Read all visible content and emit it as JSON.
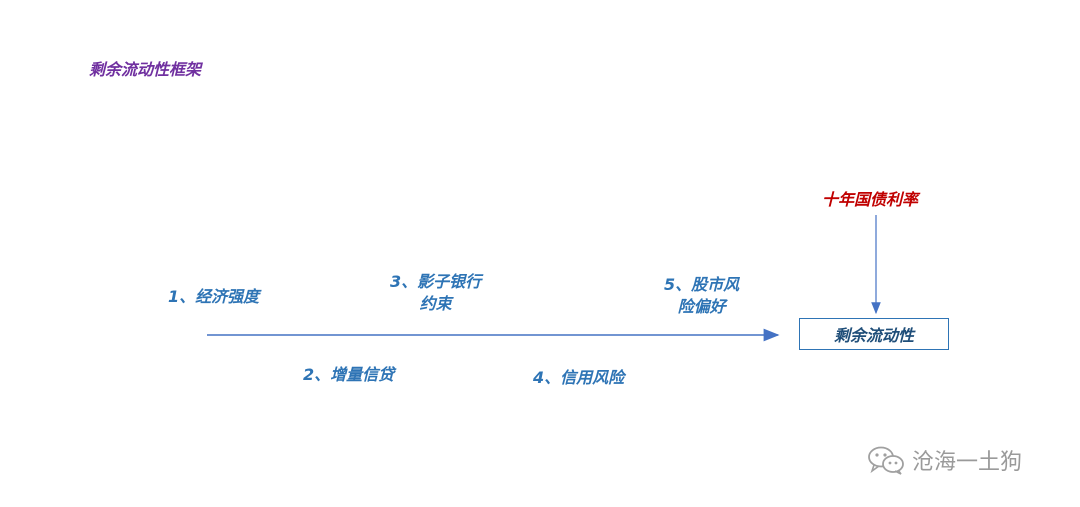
{
  "title": "剩余流动性框架",
  "factors": [
    {
      "label": "1、经济强度"
    },
    {
      "label": "2、增量信贷"
    },
    {
      "label": "3、影子银行\n约束"
    },
    {
      "label": "4、信用风险"
    },
    {
      "label": "5、股市风\n险偏好"
    }
  ],
  "bond_yield_label": "十年国债利率",
  "target_label": "剩余流动性",
  "watermark": {
    "text": "沧海一土狗",
    "icon": "wechat-icon"
  },
  "colors": {
    "title": "#7030A0",
    "factor_text": "#2E74B5",
    "bond_text": "#C00000",
    "arrow": "#4472C4",
    "box_border": "#2E74B5"
  }
}
